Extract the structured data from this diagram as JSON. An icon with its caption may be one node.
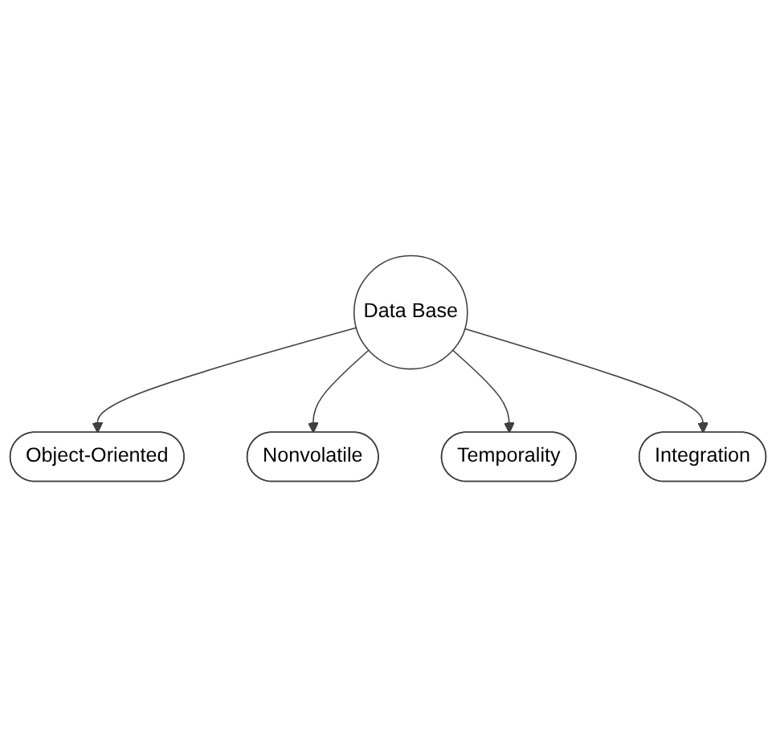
{
  "diagram": {
    "nodes": [
      {
        "text": [
          "Object-Oriented"
        ]
      },
      {
        "text": [
          "Nonvolatile"
        ]
      },
      {
        "text": [
          "Data Base"
        ]
      },
      {
        "text": [
          "Temporality"
        ]
      },
      {
        "text": [
          "Integration"
        ]
      }
    ],
    "edges": [
      {
        "from": 2,
        "to": 0,
        "arrow": "to"
      },
      {
        "from": 2,
        "to": 1,
        "arrow": "to"
      },
      {
        "from": 2,
        "to": 3,
        "arrow": "to"
      },
      {
        "from": 2,
        "to": 4,
        "arrow": "to"
      }
    ]
  }
}
